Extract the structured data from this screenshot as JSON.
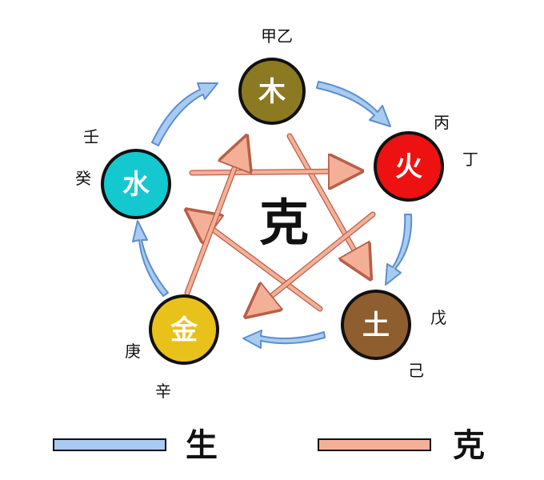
{
  "diagram": {
    "center_label": "克",
    "elements": [
      {
        "key": "wood",
        "label": "木",
        "color": "#8B7A22",
        "stems": [
          "甲乙"
        ]
      },
      {
        "key": "fire",
        "label": "火",
        "color": "#EE1111",
        "stems": [
          "丙",
          "丁"
        ]
      },
      {
        "key": "earth",
        "label": "土",
        "color": "#8E5E2E",
        "stems": [
          "戊",
          "己"
        ]
      },
      {
        "key": "metal",
        "label": "金",
        "color": "#E8C21A",
        "stems": [
          "庚",
          "辛"
        ]
      },
      {
        "key": "water",
        "label": "水",
        "color": "#13C9CF",
        "stems": [
          "壬",
          "癸"
        ]
      }
    ],
    "generating_cycle": [
      "木",
      "火",
      "土",
      "金",
      "水"
    ],
    "overcoming_cycle": [
      "木",
      "土",
      "水",
      "火",
      "金"
    ]
  },
  "legend": [
    {
      "label": "生",
      "color": "#A8CBF2"
    },
    {
      "label": "克",
      "color": "#F4B096"
    }
  ],
  "colors": {
    "sheng_fill": "#A8CBF2",
    "sheng_stroke": "#5E8FCB",
    "ke_fill": "#F4B096",
    "ke_stroke": "#B7604A",
    "outline": "#111111"
  }
}
